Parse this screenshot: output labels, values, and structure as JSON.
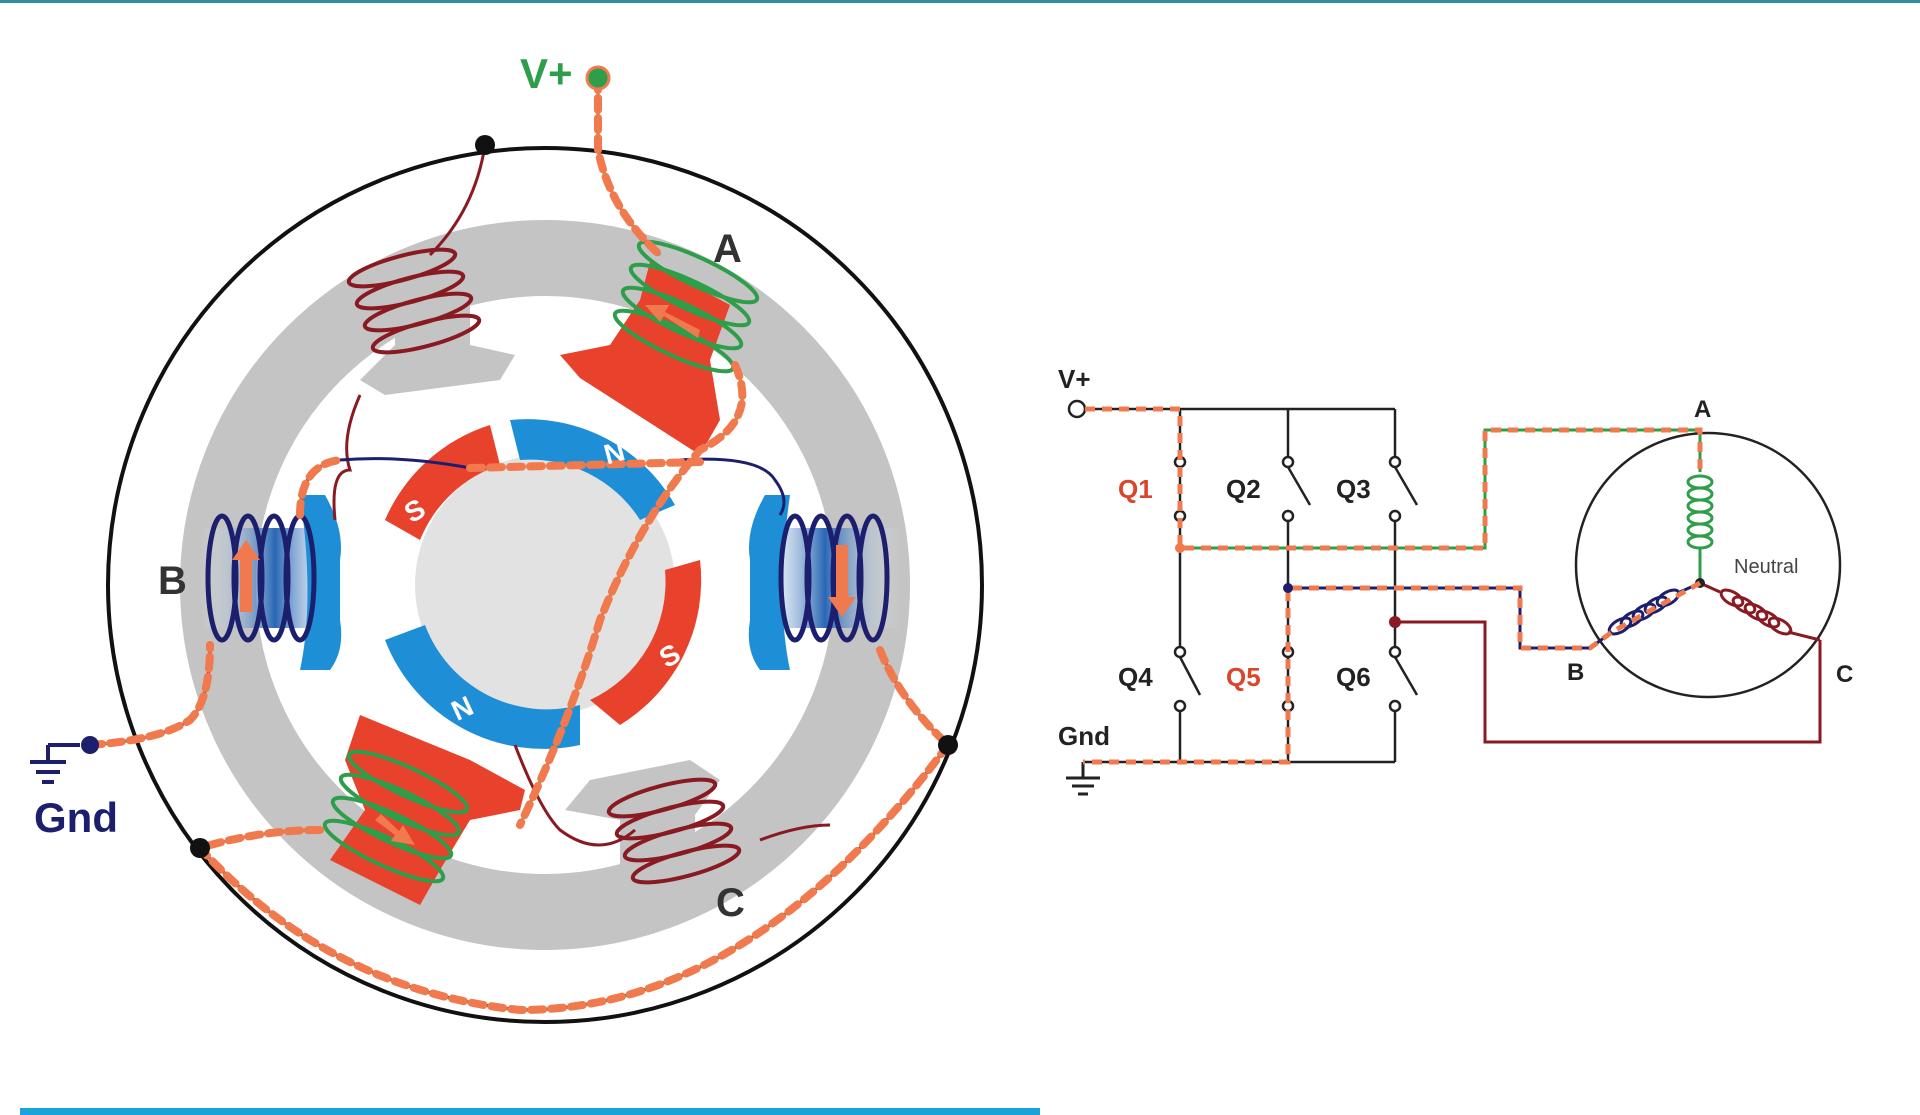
{
  "motor": {
    "supply_label": "V+",
    "ground_label": "Gnd",
    "phase_a_label": "A",
    "phase_b_label": "B",
    "phase_c_label": "C",
    "rotor_north_label": "N",
    "rotor_south_label": "S"
  },
  "circuit": {
    "supply_label": "V+",
    "ground_label": "Gnd",
    "switches": [
      "Q1",
      "Q2",
      "Q3",
      "Q4",
      "Q5",
      "Q6"
    ],
    "active_switches": [
      "Q1",
      "Q5"
    ],
    "phase_a_label": "A",
    "phase_b_label": "B",
    "phase_c_label": "C",
    "neutral_label": "Neutral"
  },
  "colors": {
    "phase_a": "#2f9e4a",
    "phase_b": "#1c1f6e",
    "phase_c": "#8a1a22",
    "current_path": "#f07a4e",
    "stator": "#c4c4c4",
    "pole_active": "#e8412c",
    "pole_blue": "#1e8fd6",
    "active_label": "#d9462b"
  }
}
